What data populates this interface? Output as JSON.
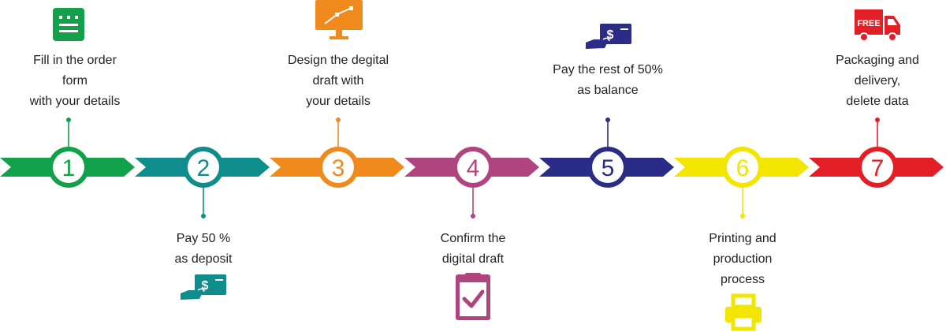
{
  "steps": [
    {
      "number": "1",
      "color": "#13a04a",
      "label_lines": [
        "Fill in the order",
        "form",
        "with your details"
      ],
      "icon": "form-icon"
    },
    {
      "number": "2",
      "color": "#0f8c8c",
      "label_lines": [
        "Pay 50 %",
        "as deposit"
      ],
      "icon": "hand-pay-icon"
    },
    {
      "number": "3",
      "color": "#f08a1c",
      "label_lines": [
        "Design the degital",
        "draft with",
        "your details"
      ],
      "icon": "monitor-design-icon"
    },
    {
      "number": "4",
      "color": "#b0447f",
      "label_lines": [
        "Confirm the",
        "digital draft"
      ],
      "icon": "clipboard-check-icon"
    },
    {
      "number": "5",
      "color": "#2b2c86",
      "label_lines": [
        "Pay the rest of 50%",
        "as balance"
      ],
      "icon": "hand-pay-icon"
    },
    {
      "number": "6",
      "color": "#f2e600",
      "label_lines": [
        "Printing and",
        "production",
        "process"
      ],
      "icon": "printer-icon"
    },
    {
      "number": "7",
      "color": "#e41e26",
      "label_lines": [
        "Packaging and",
        "delivery,",
        "delete data"
      ],
      "icon": "delivery-truck-icon"
    }
  ],
  "truck_badge": "FREE"
}
